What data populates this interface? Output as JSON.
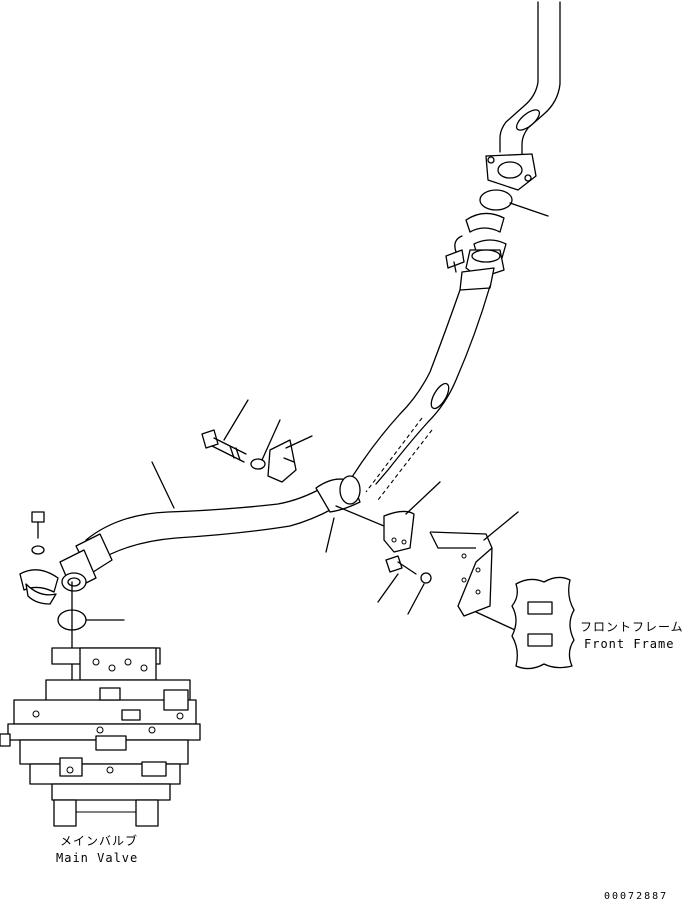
{
  "labels": {
    "front_frame_jp": "フロントフレーム",
    "front_frame_en": "Front Frame",
    "main_valve_jp": "メインバルブ",
    "main_valve_en": "Main Valve",
    "figure_number": "00072887"
  }
}
